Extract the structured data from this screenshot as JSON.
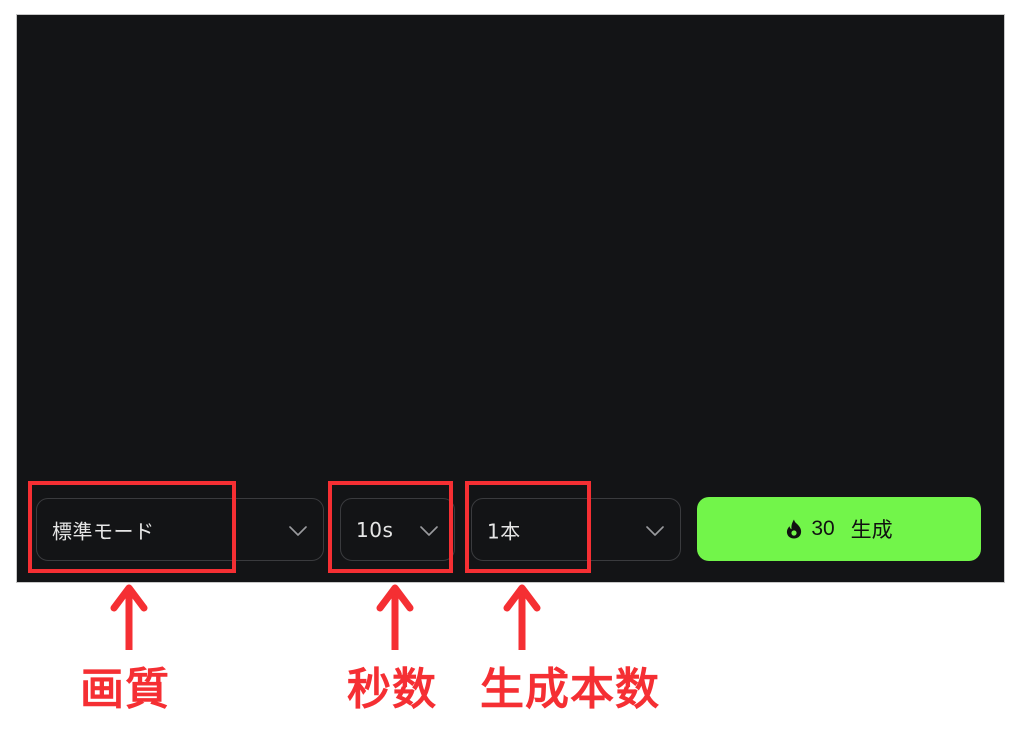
{
  "controls": {
    "quality": {
      "value": "標準モード",
      "icon": "chevron-down-icon"
    },
    "duration": {
      "value": "10s",
      "icon": "chevron-down-icon"
    },
    "count": {
      "value": "1本",
      "icon": "chevron-down-icon"
    },
    "generate": {
      "cost": "30",
      "label": "生成",
      "icon": "fire-icon",
      "color": "#72f54a"
    }
  },
  "annotations": {
    "color": "#f52f33",
    "quality_label": "画質",
    "duration_label": "秒数",
    "count_label": "生成本数"
  },
  "colors": {
    "panel_bg": "#131416",
    "dropdown_border": "#3a3b3e",
    "text": "#e6e6e6"
  }
}
